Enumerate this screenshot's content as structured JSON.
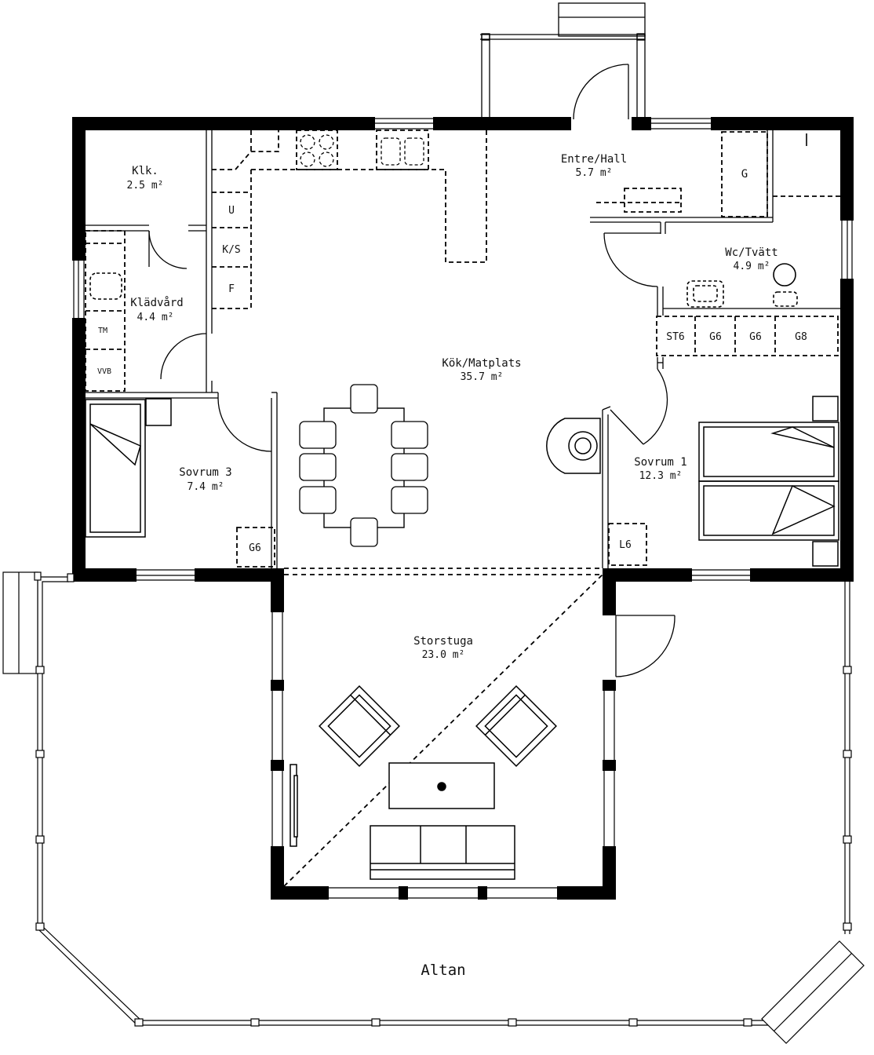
{
  "rooms": {
    "klk": {
      "name": "Klk.",
      "area": "2.5 m²"
    },
    "entre": {
      "name": "Entre/Hall",
      "area": "5.7 m²"
    },
    "wc": {
      "name": "Wc/Tvätt",
      "area": "4.9 m²"
    },
    "kladvard": {
      "name": "Klädvård",
      "area": "4.4 m²"
    },
    "kok": {
      "name": "Kök/Matplats",
      "area": "35.7 m²"
    },
    "sovrum3": {
      "name": "Sovrum 3",
      "area": "7.4 m²"
    },
    "sovrum1": {
      "name": "Sovrum 1",
      "area": "12.3 m²"
    },
    "storstuga": {
      "name": "Storstuga",
      "area": "23.0 m²"
    },
    "altan": {
      "name": "Altan"
    }
  },
  "fixtures": {
    "u": "U",
    "ks": "K/S",
    "f": "F",
    "g": "G",
    "tm": "TM",
    "vvb": "VVB",
    "st6": "ST6",
    "g6a": "G6",
    "g6b": "G6",
    "g8": "G8",
    "g6_sovrum3": "G6",
    "l6": "L6"
  },
  "colors": {
    "wall": "#000000",
    "line": "#111111",
    "background": "#ffffff"
  }
}
